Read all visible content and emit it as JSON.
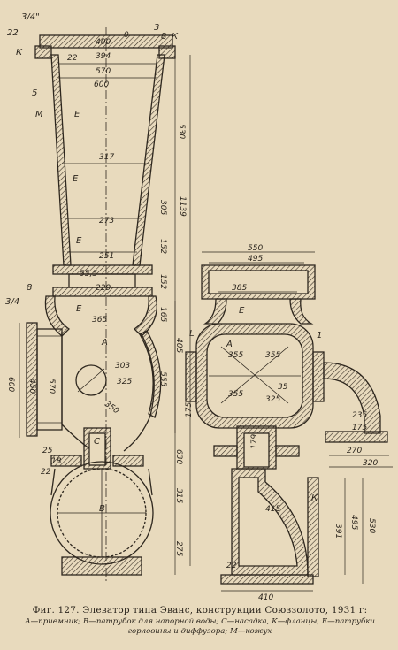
{
  "figure": {
    "caption_title": "Фиг. 127. Элеватор типа Эванс, конструкции Союззолото, 1931 г:",
    "caption_legend": "А—приемник; В—патрубок для напорной воды; С—насадка, К—фланцы, Е—патрубки горловины и диффузора; М—кожух"
  },
  "labels": {
    "left": {
      "top_3_4": "3/4\"",
      "top_22": "22",
      "top_k": "К",
      "d400": "400",
      "zero": "0",
      "top_3": "3",
      "top_8": "8",
      "top_k2": "К",
      "d22": "22",
      "d394": "394",
      "d570": "570",
      "d600": "600",
      "five": "5",
      "m": "М",
      "e1": "Е",
      "e2": "Е",
      "e3": "Е",
      "e4": "Е",
      "d530": "530",
      "d317": "317",
      "d305": "305",
      "d1139": "1139",
      "d273": "273",
      "d251": "251",
      "d152a": "152",
      "d152b": "152",
      "d55_5": "55,5",
      "d229": "229",
      "p8": "8",
      "p3_4": "3/4",
      "d165": "165",
      "d365": "365",
      "a": "А",
      "d303": "303",
      "d325": "325",
      "d350": "350",
      "d405": "405",
      "d555": "555",
      "d600v": "600",
      "d450": "450",
      "d570v": "570",
      "c": "С",
      "d25": "25",
      "d18": "18",
      "d22b": "22",
      "d630": "630",
      "b": "В",
      "d315": "315",
      "d275": "275"
    },
    "right": {
      "d550": "550",
      "d495": "495",
      "d385": "385",
      "e": "Е",
      "l": "L",
      "a": "А",
      "one": "1",
      "d355a": "355",
      "d355b": "355",
      "d355c": "355",
      "d325": "325",
      "d35": "35",
      "d175": "175",
      "d235": "235",
      "d175b": "175",
      "d270": "270",
      "d320": "320",
      "d179": "179",
      "d415": "415",
      "k": "К",
      "d391": "391",
      "d495v": "495",
      "d530": "530",
      "d22": "22",
      "d410": "410"
    }
  }
}
